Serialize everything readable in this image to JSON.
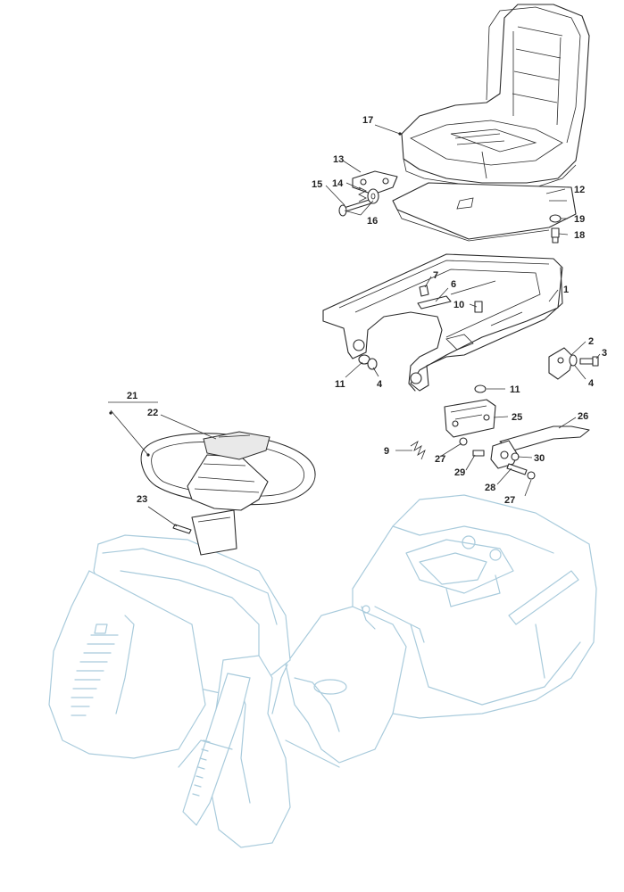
{
  "callouts": [
    {
      "id": "c17",
      "label": "17"
    },
    {
      "id": "c13",
      "label": "13"
    },
    {
      "id": "c12",
      "label": "12"
    },
    {
      "id": "c14",
      "label": "14"
    },
    {
      "id": "c15",
      "label": "15"
    },
    {
      "id": "c16",
      "label": "16"
    },
    {
      "id": "c19",
      "label": "19"
    },
    {
      "id": "c18",
      "label": "18"
    },
    {
      "id": "c7",
      "label": "7"
    },
    {
      "id": "c6",
      "label": "6"
    },
    {
      "id": "c1",
      "label": "1"
    },
    {
      "id": "c10",
      "label": "10"
    },
    {
      "id": "c2",
      "label": "2"
    },
    {
      "id": "c3",
      "label": "3"
    },
    {
      "id": "c4a",
      "label": "4"
    },
    {
      "id": "c11a",
      "label": "11"
    },
    {
      "id": "c4b",
      "label": "4"
    },
    {
      "id": "c11b",
      "label": "11"
    },
    {
      "id": "c21",
      "label": "21"
    },
    {
      "id": "c22",
      "label": "22"
    },
    {
      "id": "c25",
      "label": "25"
    },
    {
      "id": "c26",
      "label": "26"
    },
    {
      "id": "c9",
      "label": "9"
    },
    {
      "id": "c27a",
      "label": "27"
    },
    {
      "id": "c30",
      "label": "30"
    },
    {
      "id": "c29",
      "label": "29"
    },
    {
      "id": "c28",
      "label": "28"
    },
    {
      "id": "c27b",
      "label": "27"
    },
    {
      "id": "c23",
      "label": "23"
    }
  ]
}
